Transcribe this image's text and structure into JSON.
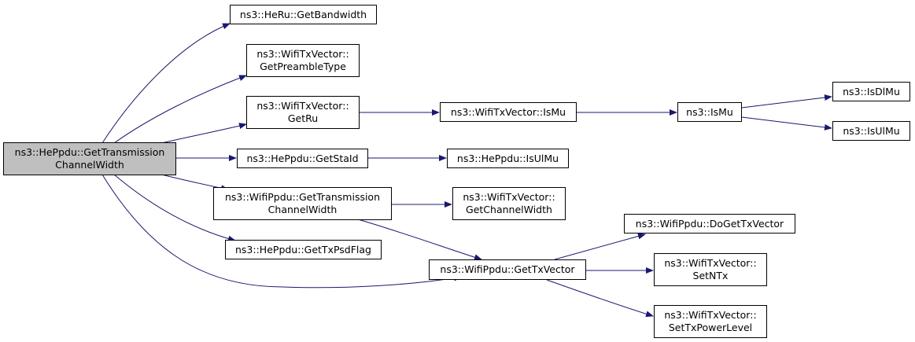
{
  "nodes": {
    "root": {
      "line1": "ns3::HePpdu::GetTransmission",
      "line2": "ChannelWidth"
    },
    "heru_getbandwidth": {
      "line1": "ns3::HeRu::GetBandwidth"
    },
    "txvector_getpreambletype": {
      "line1": "ns3::WifiTxVector::",
      "line2": "GetPreambleType"
    },
    "txvector_getru": {
      "line1": "ns3::WifiTxVector::",
      "line2": "GetRu"
    },
    "heppdu_getstaid": {
      "line1": "ns3::HePpdu::GetStaId"
    },
    "wifippdu_gettransmissionchannelwidth": {
      "line1": "ns3::WifiPpdu::GetTransmission",
      "line2": "ChannelWidth"
    },
    "heppdu_gettxpsdflag": {
      "line1": "ns3::HePpdu::GetTxPsdFlag"
    },
    "txvector_ismu": {
      "line1": "ns3::WifiTxVector::IsMu"
    },
    "heppdu_isulmu": {
      "line1": "ns3::HePpdu::IsUlMu"
    },
    "txvector_getchannelwidth": {
      "line1": "ns3::WifiTxVector::",
      "line2": "GetChannelWidth"
    },
    "wifippdu_gettxvector": {
      "line1": "ns3::WifiPpdu::GetTxVector"
    },
    "ismu": {
      "line1": "ns3::IsMu"
    },
    "isdlmu": {
      "line1": "ns3::IsDlMu"
    },
    "isulmu": {
      "line1": "ns3::IsUlMu"
    },
    "wifippdu_dogettxvector": {
      "line1": "ns3::WifiPpdu::DoGetTxVector"
    },
    "txvector_setntx": {
      "line1": "ns3::WifiTxVector::",
      "line2": "SetNTx"
    },
    "txvector_settxpowerlevel": {
      "line1": "ns3::WifiTxVector::",
      "line2": "SetTxPowerLevel"
    }
  },
  "edges": [
    [
      "root",
      "heru_getbandwidth"
    ],
    [
      "root",
      "txvector_getpreambletype"
    ],
    [
      "root",
      "txvector_getru"
    ],
    [
      "root",
      "heppdu_getstaid"
    ],
    [
      "root",
      "wifippdu_gettransmissionchannelwidth"
    ],
    [
      "root",
      "heppdu_gettxpsdflag"
    ],
    [
      "root",
      "wifippdu_gettxvector"
    ],
    [
      "txvector_getru",
      "txvector_ismu"
    ],
    [
      "txvector_ismu",
      "ismu"
    ],
    [
      "ismu",
      "isdlmu"
    ],
    [
      "ismu",
      "isulmu"
    ],
    [
      "heppdu_getstaid",
      "heppdu_isulmu"
    ],
    [
      "wifippdu_gettransmissionchannelwidth",
      "txvector_getchannelwidth"
    ],
    [
      "wifippdu_gettransmissionchannelwidth",
      "wifippdu_gettxvector"
    ],
    [
      "wifippdu_gettxvector",
      "wifippdu_dogettxvector"
    ],
    [
      "wifippdu_gettxvector",
      "txvector_setntx"
    ],
    [
      "wifippdu_gettxvector",
      "txvector_settxpowerlevel"
    ]
  ],
  "colors": {
    "edge": "#191970",
    "root_fill": "#bfbfbf",
    "node_border": "#000000"
  }
}
